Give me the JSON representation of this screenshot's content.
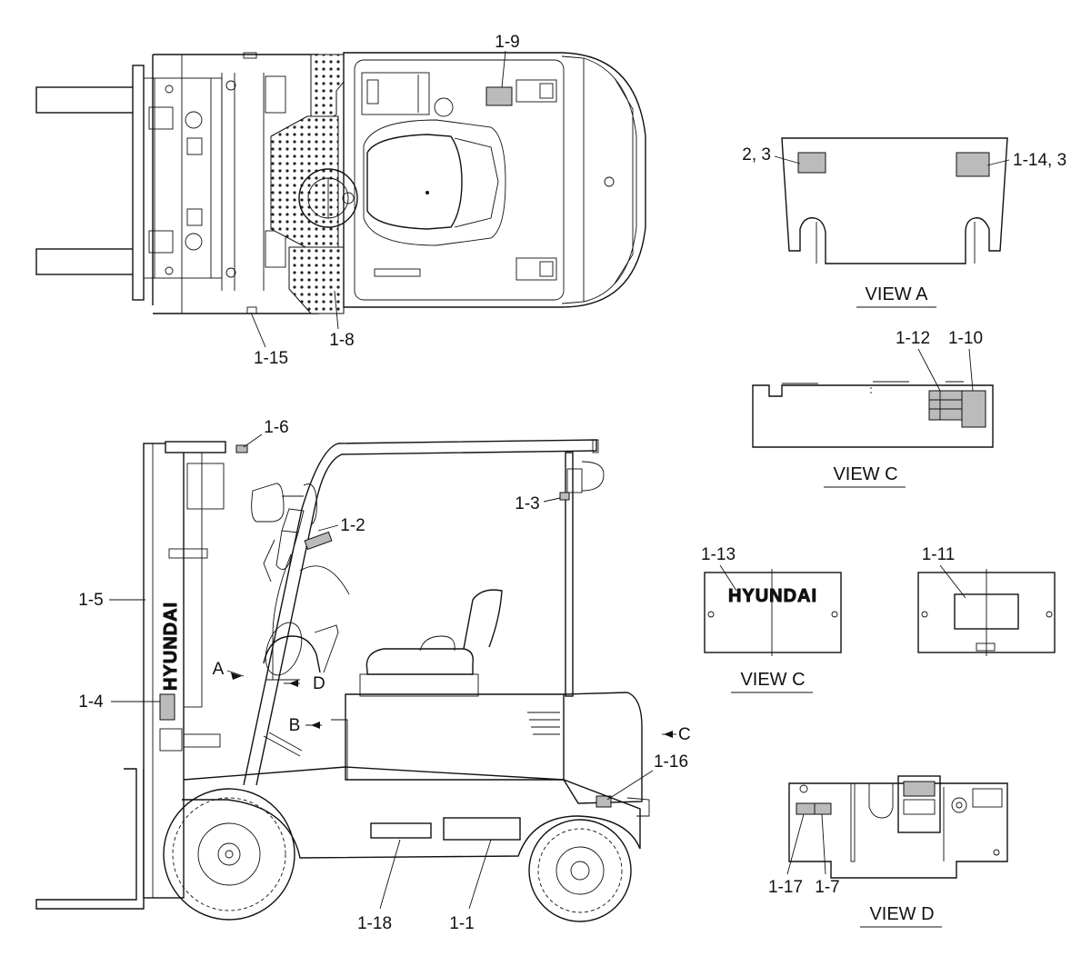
{
  "brand": "HYUNDAI",
  "views": {
    "view_a": "VIEW A",
    "view_c": "VIEW C",
    "view_d": "VIEW D"
  },
  "callouts": {
    "top_1_9": "1-9",
    "top_1_15": "1-15",
    "top_1_8": "1-8",
    "a_2_3": "2, 3",
    "a_1_14_3": "1-14, 3",
    "c_1_12": "1-12",
    "c_1_10": "1-10",
    "c_1_13": "1-13",
    "c_1_11": "1-11",
    "side_1_6": "1-6",
    "side_1_3": "1-3",
    "side_1_2": "1-2",
    "side_1_5": "1-5",
    "side_1_4": "1-4",
    "side_a": "A",
    "side_d": "D",
    "side_b": "B",
    "side_c": "C",
    "side_1_16": "1-16",
    "side_1_18": "1-18",
    "side_1_1": "1-1",
    "d_1_17": "1-17",
    "d_1_7": "1-7"
  }
}
